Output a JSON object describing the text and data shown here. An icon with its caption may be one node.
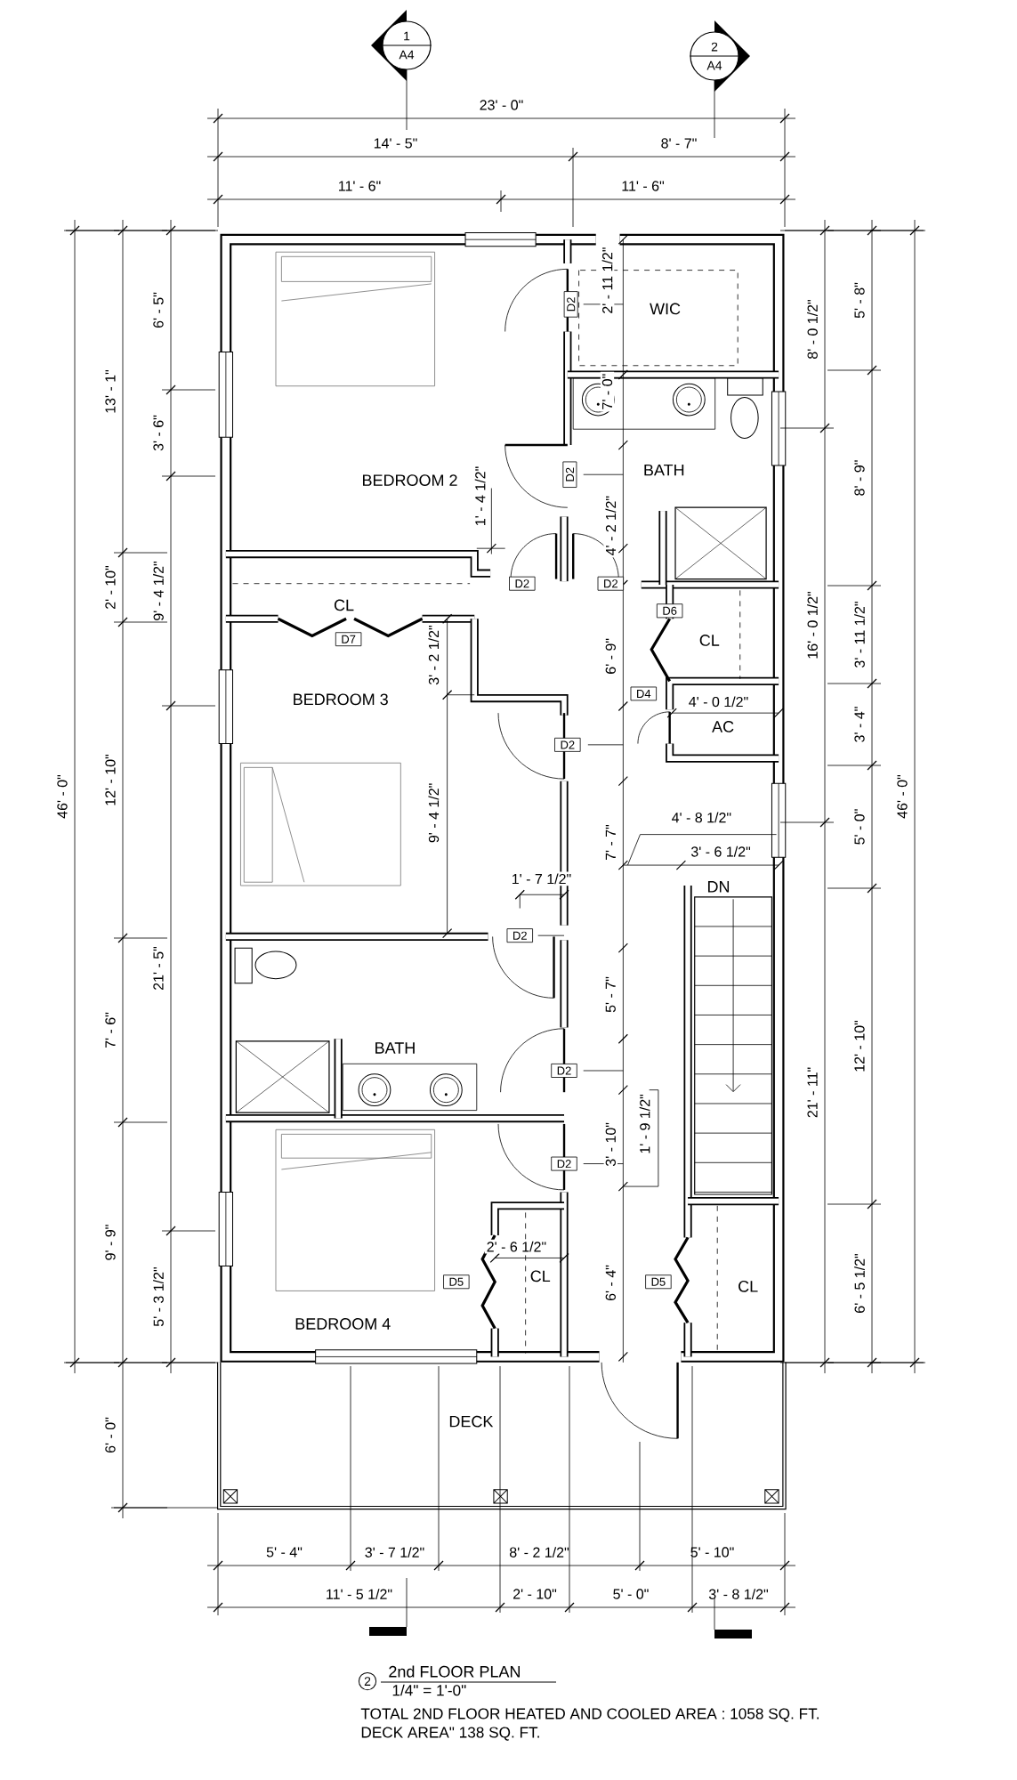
{
  "diagram": {
    "title": "2nd FLOOR PLAN",
    "nodes": [
      {
        "text": [
          "1",
          "A4"
        ]
      },
      {
        "text": [
          "2",
          "A4"
        ]
      },
      {
        "text": [
          "2"
        ]
      },
      {
        "text": [
          "D2"
        ]
      },
      {
        "text": [
          "D2"
        ]
      },
      {
        "text": [
          "D2"
        ]
      },
      {
        "text": [
          "D2"
        ]
      },
      {
        "text": [
          "D7"
        ]
      },
      {
        "text": [
          "D6"
        ]
      },
      {
        "text": [
          "D4"
        ]
      },
      {
        "text": [
          "D2"
        ]
      },
      {
        "text": [
          "D2"
        ]
      },
      {
        "text": [
          "D2"
        ]
      },
      {
        "text": [
          "D2"
        ]
      },
      {
        "text": [
          "D5"
        ]
      },
      {
        "text": [
          "D5"
        ]
      }
    ],
    "labels": [
      "23' - 0\"",
      "14' - 5\"",
      "8' - 7\"",
      "11' - 6\"",
      "11' - 6\"",
      "6' - 5\"",
      "13' - 1\"",
      "3' - 6\"",
      "2' - 10\"",
      "9' - 4 1/2\"",
      "46' - 0\"",
      "12' - 10\"",
      "21' - 5\"",
      "7' - 6\"",
      "9' - 9\"",
      "5' - 3 1/2\"",
      "6' - 0\"",
      "5' - 8\"",
      "8' - 0 1/2\"",
      "8' - 9\"",
      "16' - 0 1/2\"",
      "3' - 11 1/2\"",
      "3' - 4\"",
      "46' - 0\"",
      "5' - 0\"",
      "12' - 10\"",
      "21' - 11\"",
      "6' - 5 1/2\"",
      "2' - 11 1/2\"",
      "WIC",
      "7' - 0\"",
      "BATH",
      "BEDROOM 2",
      "1' - 4 1/2\"",
      "4' - 2 1/2\"",
      "CL",
      "CL",
      "3' - 2 1/2\"",
      "6' - 9\"",
      "BEDROOM 3",
      "4' - 0 1/2\"",
      "AC",
      "9' - 4 1/2\"",
      "4' - 8 1/2\"",
      "7' - 7\"",
      "3' - 6 1/2\"",
      "1' - 7 1/2\"",
      "DN",
      "5' - 7\"",
      "BATH",
      "3' - 10\"",
      "1' - 9 1/2\"",
      "2' - 6 1/2\"",
      "CL",
      "CL",
      "6' - 4\"",
      "BEDROOM 4",
      "DECK",
      "5' - 4\"",
      "3' - 7 1/2\"",
      "8' - 2 1/2\"",
      "5' - 10\"",
      "11' - 5 1/2\"",
      "2' - 10\"",
      "5' - 0\"",
      "3' - 8 1/2\"",
      "1/4\" = 1'-0\"",
      "TOTAL 2ND FLOOR HEATED AND COOLED AREA : 1058 SQ. FT.",
      "DECK AREA\" 138 SQ. FT."
    ]
  }
}
